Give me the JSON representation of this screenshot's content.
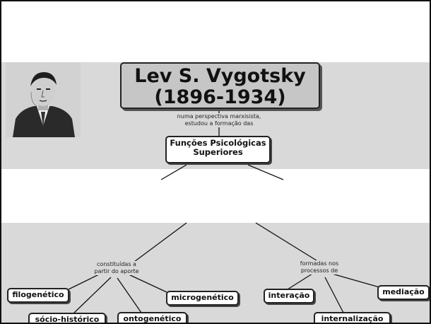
{
  "title": {
    "line1": "Lev S. Vygotsky",
    "line2": "(1896-1934)"
  },
  "link_top": {
    "line1": "numa perspectiva marxisista,",
    "line2": "estudou a formação das"
  },
  "central": {
    "line1": "Funções Psicológicas",
    "line2": "Superiores"
  },
  "link_left": {
    "line1": "constituídas a",
    "line2": "partir do aporte"
  },
  "link_right": {
    "line1": "formadas nos",
    "line2": "processos de"
  },
  "concepts_left": [
    "filogenético",
    "sócio-histórico",
    "ontogenético",
    "microgenético"
  ],
  "concepts_right": [
    "interação",
    "internalização",
    "mediação"
  ],
  "portrait_icon": "vygotsky-portrait"
}
